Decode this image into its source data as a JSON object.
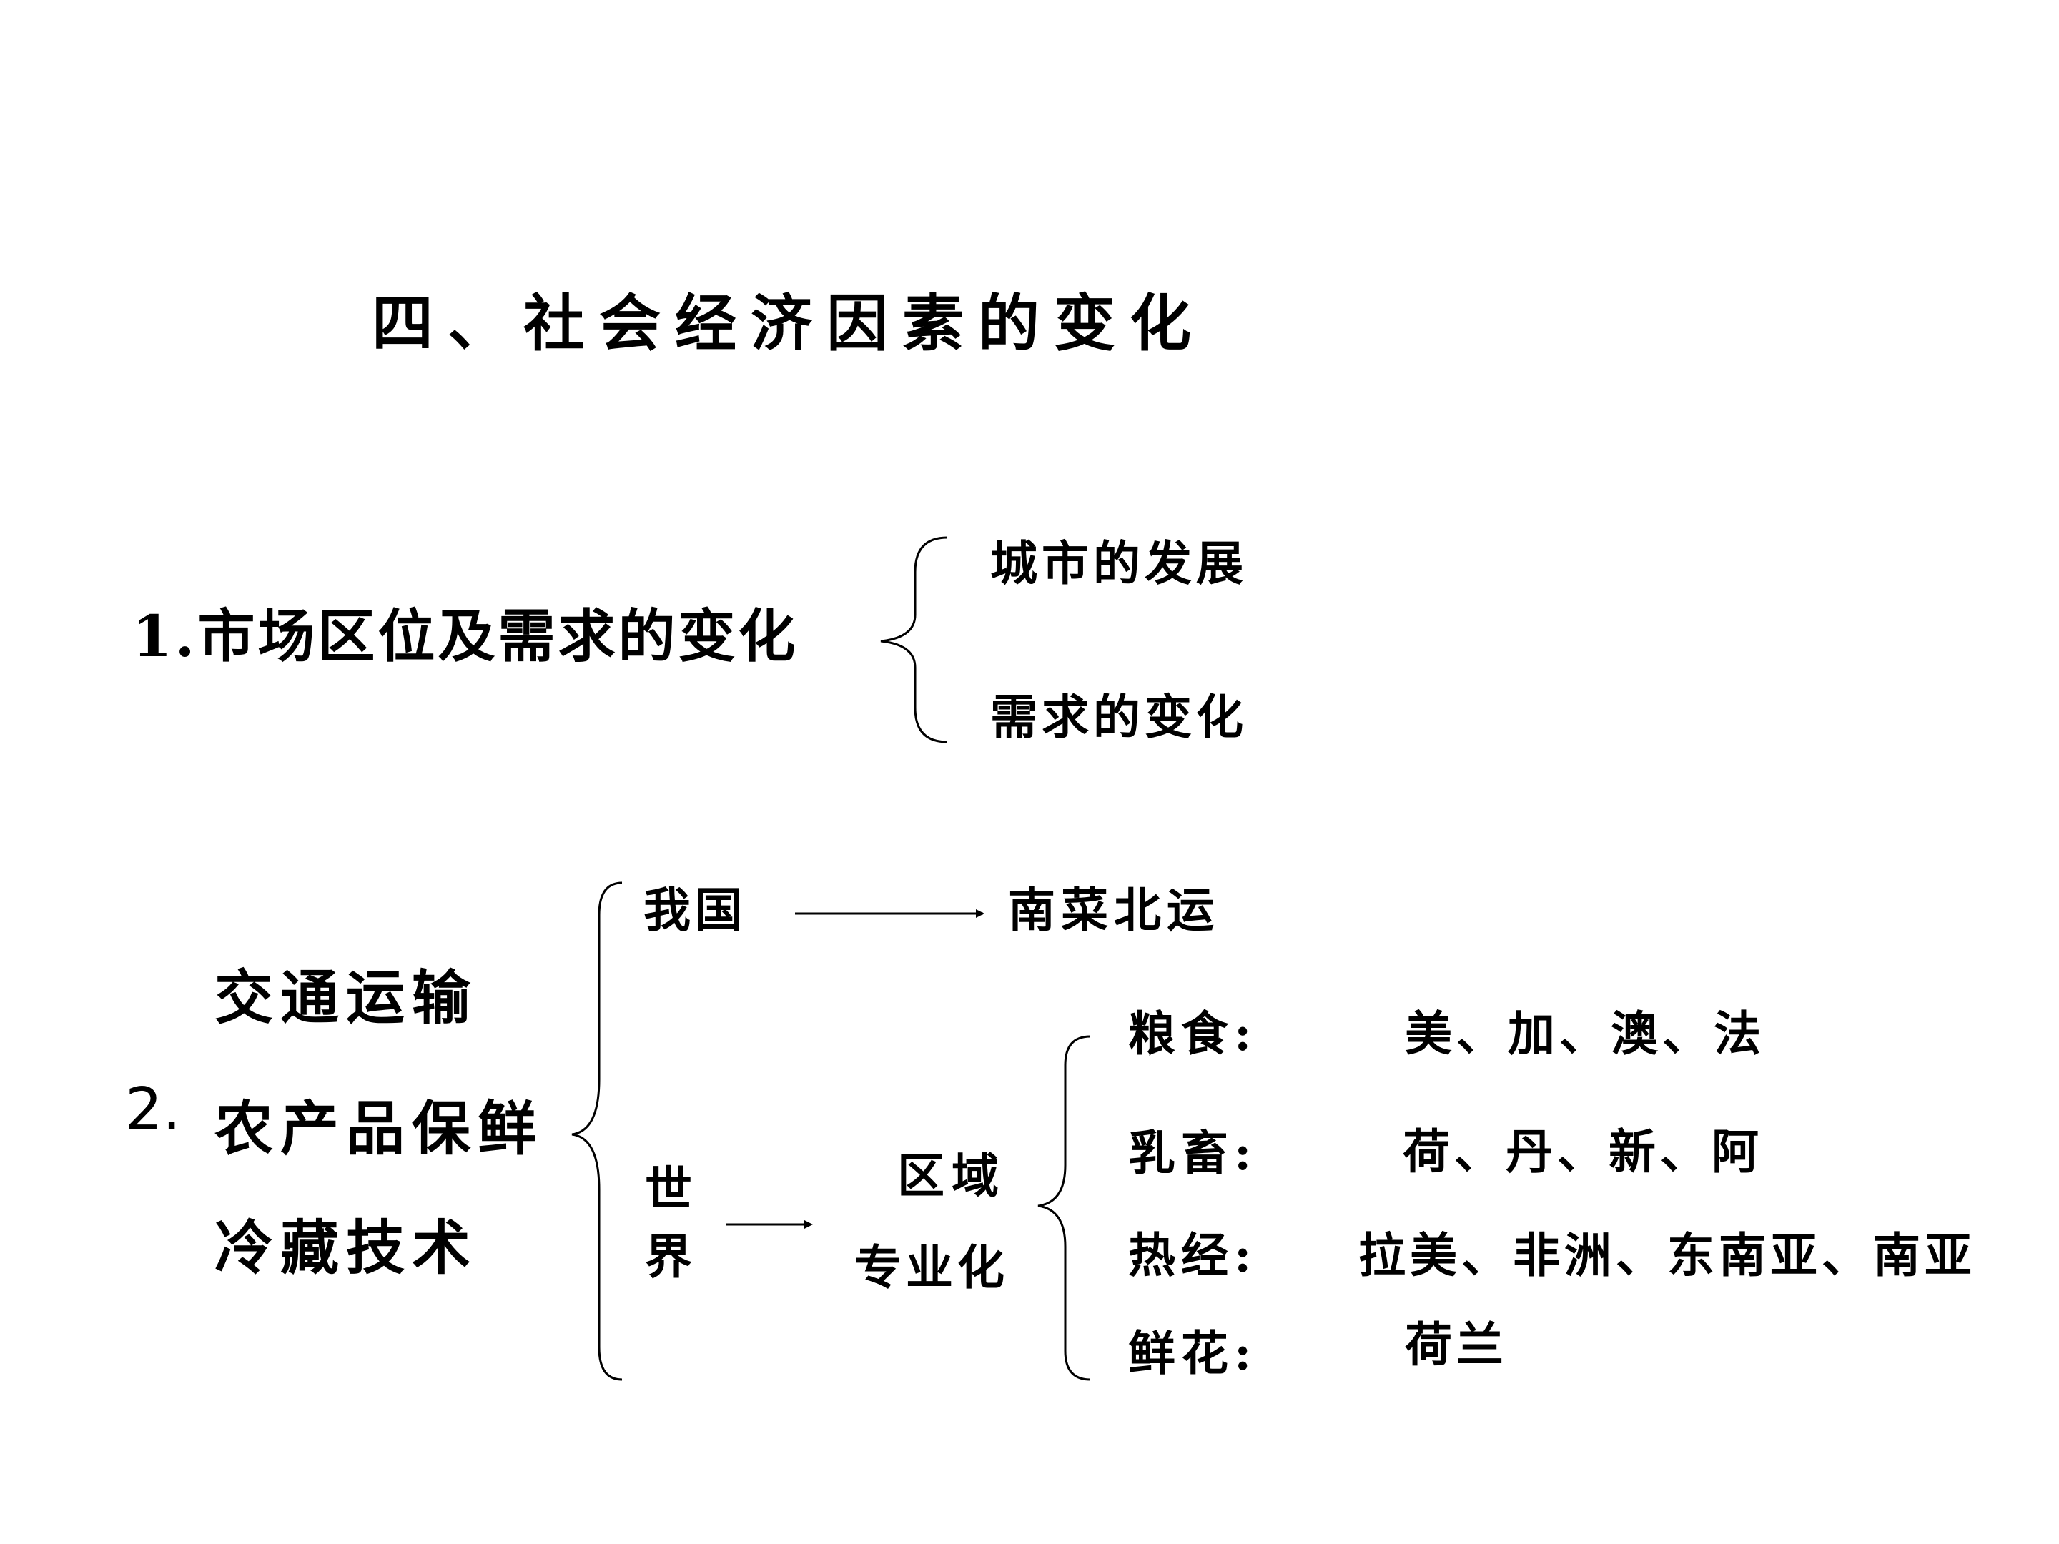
{
  "title": "四、社会经济因素的变化",
  "section1": {
    "label": "1.市场区位及需求的变化",
    "branches": [
      "城市的发展",
      "需求的变化"
    ]
  },
  "section2": {
    "number": "2.",
    "factors": [
      "交通运输",
      "农产品保鲜",
      "冷藏技术"
    ],
    "china": {
      "label": "我国",
      "result": "南菜北运"
    },
    "world": {
      "label_top": "世",
      "label_bottom": "界",
      "region": "区域",
      "specialization": "专业化",
      "items": [
        {
          "category": "粮食:",
          "countries": "美、加、澳、法"
        },
        {
          "category": "乳畜:",
          "countries": "荷、丹、新、阿"
        },
        {
          "category": "热经:",
          "countries": "拉美、非洲、东南亚、南亚"
        },
        {
          "category": "鲜花:",
          "countries": "荷兰"
        }
      ]
    }
  }
}
